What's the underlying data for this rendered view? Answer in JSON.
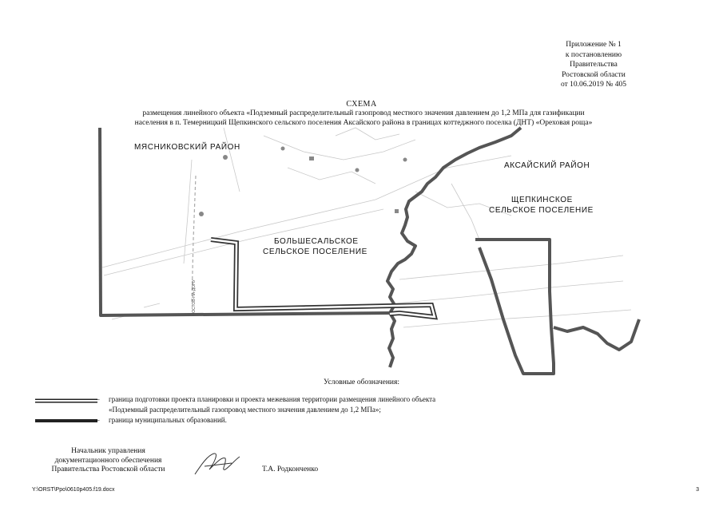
{
  "appendix": {
    "line1": "Приложение № 1",
    "line2": "к постановлению",
    "line3": "Правительства",
    "line4": "Ростовской области",
    "line5": "от 10.06.2019 № 405"
  },
  "schema": {
    "title": "СХЕМА",
    "desc_line1": "размещения линейного объекта «Подземный распределительный газопровод местного значения давлением до 1,2 МПа для газификации",
    "desc_line2": "населения в п. Темерницкий Щепкинского сельского поселения Аксайского района в границах коттеджного поселка (ДНТ) «Ореховая роща»"
  },
  "map": {
    "label_myasnikovsky": "МЯСНИКОВСКИЙ РАЙОН",
    "label_aksaysky": "АКСАЙСКИЙ РАЙОН",
    "label_shchepkinskoe_1": "ЩЕПКИНСКОЕ",
    "label_shchepkinskoe_2": "СЕЛЬСКОЕ ПОСЕЛЕНИЕ",
    "label_bolshesalskoe_1": "БОЛЬШЕСАЛЬСКОЕ",
    "label_bolshesalskoe_2": "СЕЛЬСКОЕ ПОСЕЛЕНИЕ",
    "road_label": "РОСТОВ-НА-ДОНУ",
    "colors": {
      "boundary": "#555555",
      "linework": "#c8c8c8",
      "project": "#333333"
    }
  },
  "legend": {
    "title": "Условные обозначения:",
    "item1_line1": "граница подготовки проекта планировки и проекта межевания территории размещения линейного объекта",
    "item1_line2": "«Подземный распределительный газопровод местного значения давлением до 1,2 МПа»;",
    "item2": "граница муниципальных образований.",
    "dash": "–"
  },
  "signature": {
    "role_line1": "Начальник управления",
    "role_line2": "документационного обеспечения",
    "role_line3": "Правительства Ростовской области",
    "name": "Т.А. Родконченко"
  },
  "footer": {
    "file_path": "Y:\\ORST\\Ppo\\0610p405.f19.docx",
    "page_number": "3"
  }
}
